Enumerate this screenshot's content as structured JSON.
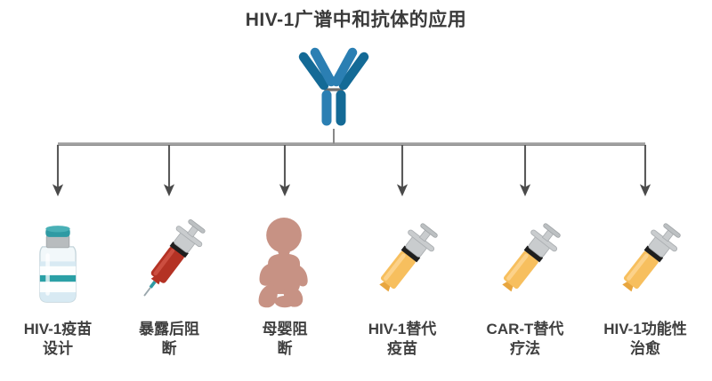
{
  "title": "HIV-1广谱中和抗体的应用",
  "central_icon": {
    "name": "antibody-icon",
    "label": "broadly-neutralizing-antibody",
    "color_light": "#2b7fb3",
    "color_dark": "#146a96",
    "hinge_color": "#6e6e6e"
  },
  "connector": {
    "line_color": "#6b6b6b",
    "arrow_count": 6,
    "orientation": "horizontal-bus-with-down-arrows"
  },
  "branches": [
    {
      "id": "hiv-1-vaccine-design",
      "label": "HIV-1疫苗\n设计",
      "label_line1": "HIV-1疫苗",
      "label_line2": "设计",
      "icon": "vaccine-vial-icon",
      "icon_colors": {
        "cap": "#2f9aa3",
        "neck": "#b8bcbe",
        "body": "#eef4f6",
        "band": "#2aa0a6",
        "liquid": "#cfe4ee"
      }
    },
    {
      "id": "post-exposure-prophylaxis",
      "label": "暴露后阻\n断",
      "label_line1": "暴露后阻",
      "label_line2": "断",
      "icon": "syringe-red-icon",
      "icon_colors": {
        "barrel": "#b43224",
        "plunger": "#c9ccce",
        "collar": "#2a2a2a",
        "needle": "#8c9aa0"
      }
    },
    {
      "id": "mother-to-child-blocking",
      "label": "母婴阻\n断",
      "label_line1": "母婴阻",
      "label_line2": "断",
      "icon": "baby-icon",
      "icon_colors": {
        "body": "#c79284"
      }
    },
    {
      "id": "hiv-1-alternative-vaccine",
      "label": "HIV-1替代\n疫苗",
      "label_line1": "HIV-1替代",
      "label_line2": "疫苗",
      "icon": "syringe-orange-icon",
      "icon_colors": {
        "barrel": "#f7bf5e",
        "plunger": "#c9ccce",
        "collar": "#1e1e1e",
        "needle": "#b9a06a"
      }
    },
    {
      "id": "car-t-alternative-therapy",
      "label": "CAR-T替代\n疗法",
      "label_line1": "CAR-T替代",
      "label_line2": "疗法",
      "icon": "syringe-orange-icon",
      "icon_colors": {
        "barrel": "#f7bf5e",
        "plunger": "#c9ccce",
        "collar": "#1e1e1e",
        "needle": "#b9a06a"
      }
    },
    {
      "id": "hiv-1-functional-cure",
      "label": "HIV-1功能性\n治愈",
      "label_line1": "HIV-1功能性",
      "label_line2": "治愈",
      "icon": "syringe-orange-icon",
      "icon_colors": {
        "barrel": "#f7bf5e",
        "plunger": "#c9ccce",
        "collar": "#1e1e1e",
        "needle": "#b9a06a"
      }
    }
  ]
}
